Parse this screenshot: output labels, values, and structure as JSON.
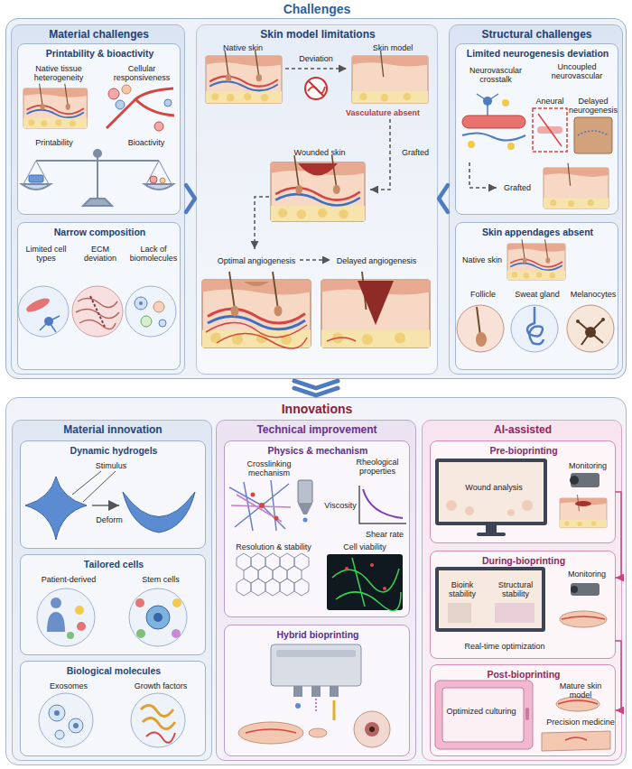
{
  "diagram": {
    "nodes": [
      {
        "text": [
          "Challenges"
        ]
      },
      {
        "text": [
          "Material challenges"
        ],
        "in": 0
      },
      {
        "text": [
          "Printability & bioactivity",
          "Native tissue heterogeneity",
          "Cellular responsiveness",
          "Printability",
          "Bioactivity"
        ],
        "in": 1
      },
      {
        "text": [
          "Narrow composition",
          "Limited cell types",
          "ECM deviation",
          "Lack of biomolecules"
        ],
        "in": 1
      },
      {
        "text": [
          "Skin model limitations",
          "Native skin",
          "Deviation",
          "Skin model",
          "Vasculature absent",
          "Wounded skin",
          "Grafted",
          "Optimal angiogenesis",
          "Delayed angiogenesis"
        ],
        "in": 0
      },
      {
        "text": [
          "Structural challenges"
        ],
        "in": 0
      },
      {
        "text": [
          "Limited neurogenesis deviation",
          "Neurovascular crosstalk",
          "Uncoupled neurovascular",
          "Aneural",
          "Delayed neurogenesis",
          "Grafted"
        ],
        "in": 5
      },
      {
        "text": [
          "Skin appendages absent",
          "Native skin",
          "Follicle",
          "Sweat gland",
          "Melanocytes"
        ],
        "in": 5
      },
      {
        "text": [
          "Innovations"
        ]
      },
      {
        "text": [
          "Material innovation"
        ],
        "in": 8
      },
      {
        "text": [
          "Dynamic hydrogels",
          "Stimulus",
          "Deform"
        ],
        "in": 9
      },
      {
        "text": [
          "Tailored cells",
          "Patient-derived",
          "Stem cells"
        ],
        "in": 9
      },
      {
        "text": [
          "Biological molecules",
          "Exosomes",
          "Growth factors"
        ],
        "in": 9
      },
      {
        "text": [
          "Technical improvement"
        ],
        "in": 8
      },
      {
        "text": [
          "Physics & mechanism",
          "Crosslinking mechanism",
          "Rheological properties",
          "Viscosity",
          "Shear rate",
          "Resolution & stability",
          "Cell viability"
        ],
        "in": 13
      },
      {
        "text": [
          "Hybrid bioprinting"
        ],
        "in": 13
      },
      {
        "text": [
          "AI-assisted"
        ],
        "in": 8
      },
      {
        "text": [
          "Pre-bioprinting",
          "Wound analysis",
          "Monitoring"
        ],
        "in": 16
      },
      {
        "text": [
          "During-bioprinting",
          "Bioink stability",
          "Structural stability",
          "Monitoring",
          "Real-time optimization"
        ],
        "in": 16
      },
      {
        "text": [
          "Post-bioprinting",
          "Optimized culturing",
          "Mature skin model",
          "Precision medicine"
        ],
        "in": 16
      }
    ],
    "edges": [
      {
        "from": 0,
        "to": 8,
        "arrow": "to"
      },
      {
        "from": 1,
        "to": 4,
        "arrow": "to"
      },
      {
        "from": 5,
        "to": 4,
        "arrow": "to"
      },
      {
        "from": 17,
        "to": 18,
        "arrow": "to"
      },
      {
        "from": 18,
        "to": 19,
        "arrow": "to"
      }
    ]
  }
}
